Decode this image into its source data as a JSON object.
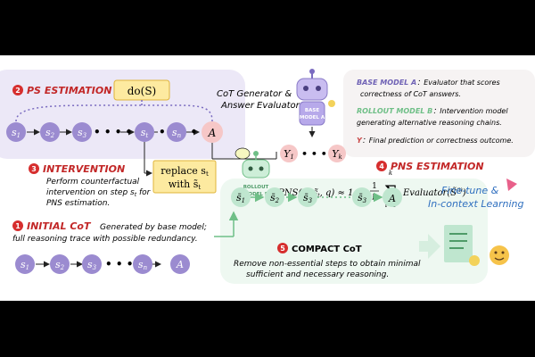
{
  "colors": {
    "purple_node": "#9b8bd0",
    "green_node": "#bfe6cf",
    "red_badge": "#d62e2e",
    "yellow_box": "#fdeaa0",
    "pink_node": "#f6c7c7",
    "section_title": "#c22727",
    "base_model_text": "#6f62b5",
    "rollout_model_text": "#6fbf87",
    "final_text": "#c94848"
  },
  "ps_estimation": {
    "number": "2",
    "title": "PS ESTIMATION",
    "do_box": "do(S)"
  },
  "reasoning_chain": {
    "nodes": [
      "s1",
      "s2",
      "s3",
      "···",
      "st",
      "···",
      "sn",
      "A"
    ],
    "node_labels": [
      {
        "base": "s",
        "sub": "1"
      },
      {
        "base": "s",
        "sub": "2"
      },
      {
        "base": "s",
        "sub": "3"
      },
      {
        "base": "s",
        "sub": "t"
      },
      {
        "base": "s",
        "sub": "n"
      },
      {
        "base": "A",
        "sub": ""
      }
    ],
    "dots": "• • • •"
  },
  "cot_generator": {
    "line1": "CoT Generator &",
    "line2": "Answer Evaluator"
  },
  "base_model": {
    "label_line1": "BASE",
    "label_line2": "MODEL A"
  },
  "rollout_model": {
    "label_line1": "ROLLOUT",
    "label_line2": "MODEL B"
  },
  "legend": {
    "base_name": "BASE MODEL A",
    "base_desc_1": "：Evaluator that scores",
    "base_desc_2": "correctness of CoT answers.",
    "rollout_name": "ROLLOUT MODEL B",
    "rollout_desc_1": "：Intervention model",
    "rollout_desc_2": "generating alternative reasoning chains.",
    "y_name": "Y",
    "y_desc": "：Final prediction or correctness outcome."
  },
  "intervention": {
    "number": "3",
    "title": "INTERVENTION",
    "line1": "Perform counterfactual",
    "line2": "intervention on step s",
    "line2_sub": "t",
    "line2_tail": " for",
    "line3": "PNS estimation.",
    "replace_line1": "replace s",
    "replace_sub1": "t",
    "replace_line2": "with s̃",
    "replace_sub2": "t"
  },
  "y_outputs": {
    "y1": "Y",
    "y1_sub": "1",
    "yk": "Y",
    "yk_sub": "k"
  },
  "pns_estimation": {
    "number": "4",
    "title": "PNS ESTIMATION",
    "formula_left": "PNS(S, s̃",
    "formula_left_sub": "t",
    "formula_left_tail": ", q) ≈ 1 −",
    "frac_num": "1",
    "frac_den": "k",
    "sum_top": "k",
    "sum_bottom": "i=1",
    "evaluator": "Evaluator(S̃",
    "evaluator_sup": "(i)",
    "evaluator_tail": ")"
  },
  "initial_cot": {
    "number": "1",
    "title": "INITIAL CoT",
    "desc_1": "Generated by base model;",
    "desc_2": "full reasoning trace with possible redundancy."
  },
  "counterfactual_chain": {
    "labels": [
      {
        "base": "s̄",
        "sub": "1"
      },
      {
        "base": "s̄",
        "sub": "2"
      },
      {
        "base": "s̄",
        "sub": "3"
      },
      {
        "base": "s̄",
        "sub": "3"
      },
      {
        "base": "A",
        "sub": ""
      }
    ]
  },
  "compact_cot": {
    "number": "5",
    "title": "COMPACT CoT",
    "desc_1": "Remove non-essential steps to obtain minimal",
    "desc_2": "sufficient and necessary reasoning."
  },
  "finetune": {
    "line1": "Fine-tune &",
    "line2": "In-context Learning"
  }
}
